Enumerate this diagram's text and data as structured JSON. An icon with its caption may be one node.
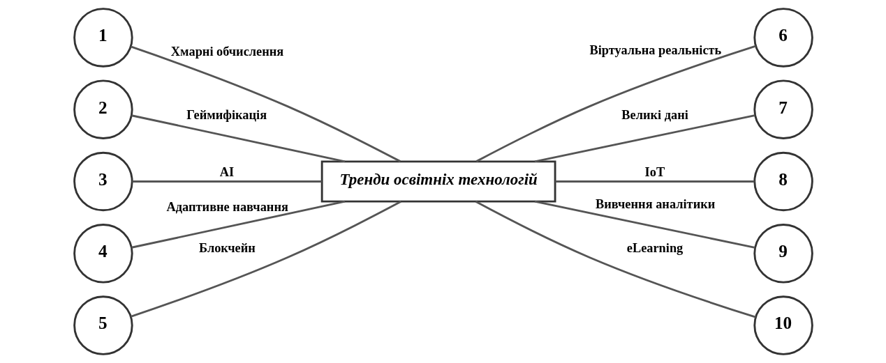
{
  "diagram": {
    "nodes": [
      {
        "text": [
          "Тренди освітніх технологій"
        ]
      },
      {
        "text": [
          "1"
        ]
      },
      {
        "text": [
          "2"
        ]
      },
      {
        "text": [
          "3"
        ]
      },
      {
        "text": [
          "4"
        ]
      },
      {
        "text": [
          "5"
        ]
      },
      {
        "text": [
          "6"
        ]
      },
      {
        "text": [
          "7"
        ]
      },
      {
        "text": [
          "8"
        ]
      },
      {
        "text": [
          "9"
        ]
      },
      {
        "text": [
          "10"
        ]
      }
    ],
    "edges": [
      {
        "from": 1,
        "to": 0,
        "arrow": "none",
        "label": "Хмарні обчислення"
      },
      {
        "from": 2,
        "to": 0,
        "arrow": "none",
        "label": "Геймифікація"
      },
      {
        "from": 3,
        "to": 0,
        "arrow": "none",
        "label": "AI"
      },
      {
        "from": 4,
        "to": 0,
        "arrow": "none",
        "label": "Адаптивне навчання"
      },
      {
        "from": 5,
        "to": 0,
        "arrow": "none",
        "label": "Блокчейн"
      },
      {
        "from": 0,
        "to": 6,
        "arrow": "none",
        "label": "Віртуальна реальність"
      },
      {
        "from": 0,
        "to": 7,
        "arrow": "none",
        "label": "Великі дані"
      },
      {
        "from": 0,
        "to": 8,
        "arrow": "none",
        "label": "IoT"
      },
      {
        "from": 0,
        "to": 9,
        "arrow": "none",
        "label": "Вивчення аналітики"
      },
      {
        "from": 0,
        "to": 10,
        "arrow": "none",
        "label": "eLearning"
      }
    ]
  }
}
